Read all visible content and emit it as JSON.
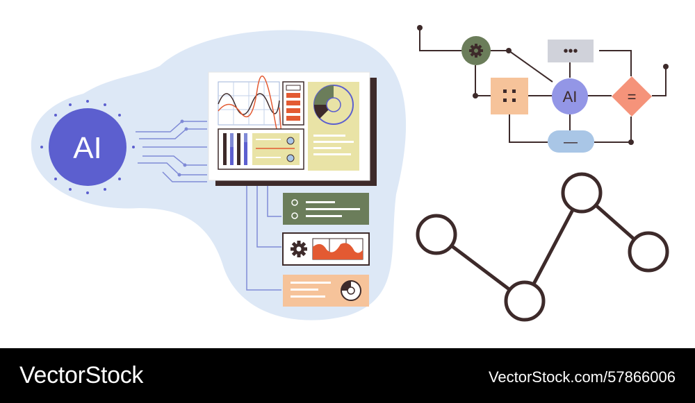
{
  "illustration": {
    "ai_badge_label": "AI",
    "flow_ai_label": "AI",
    "flow_dots_label": "•••",
    "flow_minus_label": "—",
    "flow_equals_label": "="
  },
  "footer": {
    "brand": "VectorStock",
    "credit": "VectorStock.com/57866006"
  },
  "colors": {
    "blob": "#dde8f6",
    "ai_badge": "#5c5fcf",
    "line": "#3d2a2a",
    "green": "#6b7d5a",
    "orange": "#f6c39a",
    "lilac": "#9396e6",
    "salmon": "#f5937a",
    "grey": "#d0d2da",
    "light_blue": "#a9c6e6",
    "cream": "#e9e3a6",
    "red_orange": "#e35a32"
  },
  "icons": [
    "gear-icon",
    "dots-icon",
    "ai-node",
    "equals-icon",
    "minus-icon"
  ]
}
